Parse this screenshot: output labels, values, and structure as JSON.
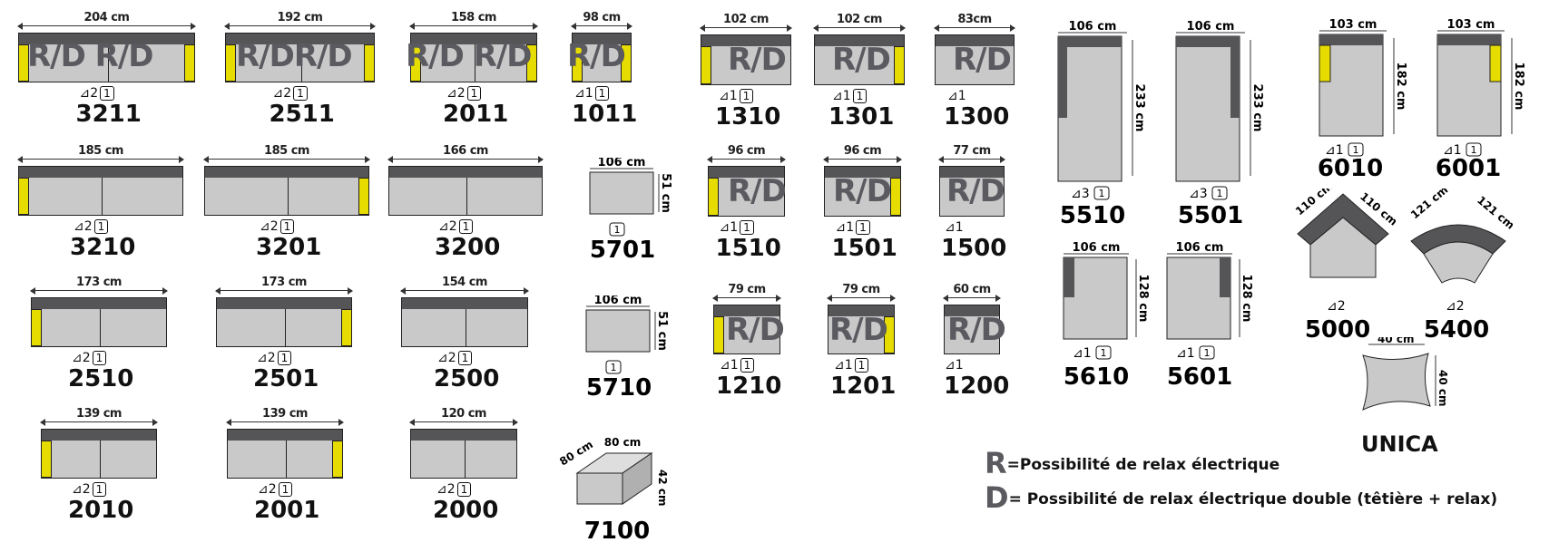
{
  "modules": [
    {
      "code": "3211",
      "width": "204 cm",
      "icons": "2",
      "pillow": "1",
      "rd": "R/D  R/D"
    },
    {
      "code": "2511",
      "width": "192 cm",
      "icons": "2",
      "pillow": "1",
      "rd": "R/DR/D"
    },
    {
      "code": "2011",
      "width": "158 cm",
      "icons": "2",
      "pillow": "1",
      "rd": "R/D R/D"
    },
    {
      "code": "1011",
      "width": "98 cm",
      "icons": "1",
      "pillow": "1",
      "rd": "R/D"
    },
    {
      "code": "1310",
      "width": "102 cm",
      "icons": "1",
      "pillow": "1",
      "rd": "R/D"
    },
    {
      "code": "1301",
      "width": "102 cm",
      "icons": "1",
      "pillow": "1",
      "rd": "R/D"
    },
    {
      "code": "1300",
      "width": "83cm",
      "icons": "1",
      "pillow": "",
      "rd": "R/D"
    },
    {
      "code": "5510",
      "width": "106 cm",
      "height": "233 cm",
      "icons": "3",
      "pillow": "1"
    },
    {
      "code": "5501",
      "width": "106 cm",
      "height": "233 cm",
      "icons": "3",
      "pillow": "1"
    },
    {
      "code": "6010",
      "width": "103 cm",
      "height": "182 cm",
      "icons": "1",
      "pillow": "1"
    },
    {
      "code": "6001",
      "width": "103 cm",
      "height": "182 cm",
      "icons": "1",
      "pillow": "1"
    },
    {
      "code": "3210",
      "width": "185 cm",
      "icons": "2",
      "pillow": "1"
    },
    {
      "code": "3201",
      "width": "185 cm",
      "icons": "2",
      "pillow": "1"
    },
    {
      "code": "3200",
      "width": "166 cm",
      "icons": "2",
      "pillow": "1"
    },
    {
      "code": "5701",
      "width": "106 cm",
      "height": "51 cm",
      "icons": "",
      "pillow": "1"
    },
    {
      "code": "1510",
      "width": "96 cm",
      "icons": "1",
      "pillow": "1",
      "rd": "R/D"
    },
    {
      "code": "1501",
      "width": "96 cm",
      "icons": "1",
      "pillow": "1",
      "rd": "R/D"
    },
    {
      "code": "1500",
      "width": "77 cm",
      "icons": "1",
      "pillow": "",
      "rd": "R/D"
    },
    {
      "code": "5610",
      "width": "106 cm",
      "height": "128 cm",
      "icons": "1",
      "pillow": "1"
    },
    {
      "code": "5601",
      "width": "106 cm",
      "height": "128 cm",
      "icons": "1",
      "pillow": "1"
    },
    {
      "code": "2510",
      "width": "173 cm",
      "icons": "2",
      "pillow": "1"
    },
    {
      "code": "2501",
      "width": "173 cm",
      "icons": "2",
      "pillow": "1"
    },
    {
      "code": "2500",
      "width": "154 cm",
      "icons": "2",
      "pillow": "1"
    },
    {
      "code": "5710",
      "width": "106 cm",
      "height": "51 cm",
      "icons": "",
      "pillow": "1"
    },
    {
      "code": "1210",
      "width": "79 cm",
      "icons": "1",
      "pillow": "1",
      "rd": "R/D"
    },
    {
      "code": "1201",
      "width": "79 cm",
      "icons": "1",
      "pillow": "1",
      "rd": "R/D"
    },
    {
      "code": "1200",
      "width": "60 cm",
      "icons": "1",
      "pillow": "",
      "rd": "R/D"
    },
    {
      "code": "5000",
      "width": "110 cm",
      "icons": "2",
      "pillow": ""
    },
    {
      "code": "5400",
      "width": "121 cm",
      "icons": "2",
      "pillow": ""
    },
    {
      "code": "2010",
      "width": "139 cm",
      "icons": "2",
      "pillow": "1"
    },
    {
      "code": "2001",
      "width": "139 cm",
      "icons": "2",
      "pillow": "1"
    },
    {
      "code": "2000",
      "width": "120 cm",
      "icons": "2",
      "pillow": "1"
    },
    {
      "code": "7100",
      "width": "80 cm",
      "depth": "80 cm",
      "height": "42 cm"
    }
  ],
  "unica": {
    "label": "UNICA",
    "width": "40 cm",
    "height": "40 cm"
  },
  "legend": {
    "r_letter": "R",
    "r_text": "=Possibilité de relax électrique",
    "d_letter": "D",
    "d_text": "= Possibilité de relax électrique double (têtière + relax)"
  },
  "colors": {
    "arm": "#e7dc00",
    "back": "#555558",
    "seat": "#c9c9c9",
    "rd_text": "#5a5a60"
  }
}
